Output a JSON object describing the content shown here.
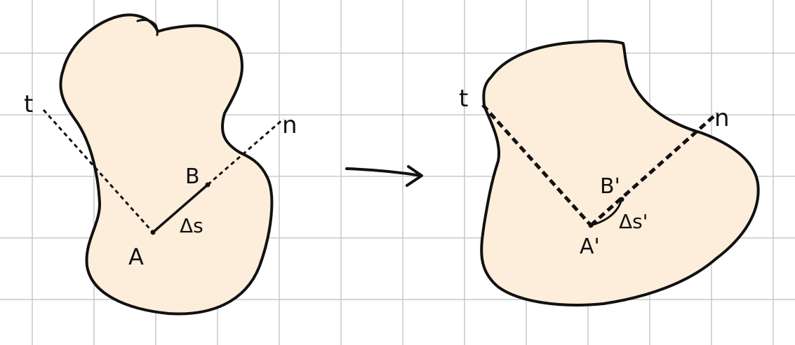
{
  "colors": {
    "grid": "#c9c9c9",
    "ink": "#111111",
    "body_fill": "#fdeedb"
  },
  "before": {
    "labels": {
      "t": "t",
      "n": "n",
      "a": "A",
      "b": "B",
      "delta": "Δs"
    }
  },
  "after": {
    "labels": {
      "t": "t",
      "n": "n",
      "a": "A'",
      "b": "B'",
      "delta": "Δs'"
    }
  }
}
